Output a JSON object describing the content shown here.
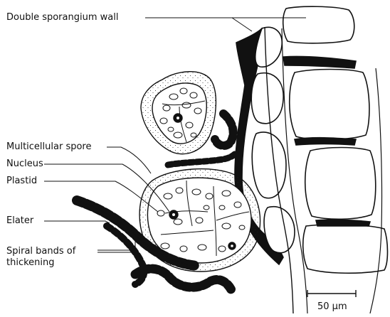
{
  "labels": {
    "sporangium_wall": "Double sporangium wall",
    "multicellular_spore": "Multicellular spore",
    "nucleus": "Nucleus",
    "plastid": "Plastid",
    "elater": "Elater",
    "spiral_bands_line1": "Spiral bands of",
    "spiral_bands_line2": "thickening"
  },
  "scale_bar": {
    "label": "50 µm"
  },
  "colors": {
    "ink": "#111111",
    "background": "#ffffff"
  }
}
